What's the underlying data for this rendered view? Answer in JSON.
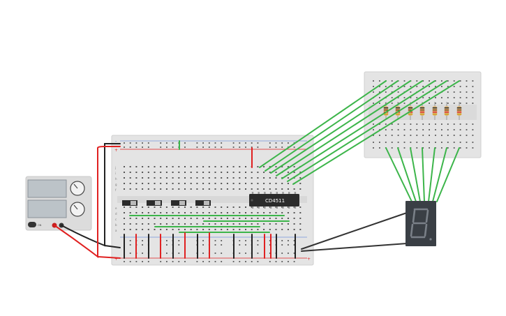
{
  "chip": {
    "label": "CD4511"
  },
  "breadboard_main": {
    "row_labels_top": [
      "j",
      "i",
      "h",
      "g",
      "f"
    ],
    "row_labels_bottom": [
      "e",
      "d",
      "c",
      "b",
      "a"
    ],
    "polarity": {
      "plus": "+",
      "minus": "-"
    }
  },
  "power_supply": {
    "power_label": "ON"
  },
  "colors": {
    "wire_green": "#3cb54a",
    "wire_red": "#e02020",
    "wire_black": "#222222",
    "board": "#e4e4e4",
    "chip": "#2b2b2b",
    "display": "#3a3f45"
  }
}
